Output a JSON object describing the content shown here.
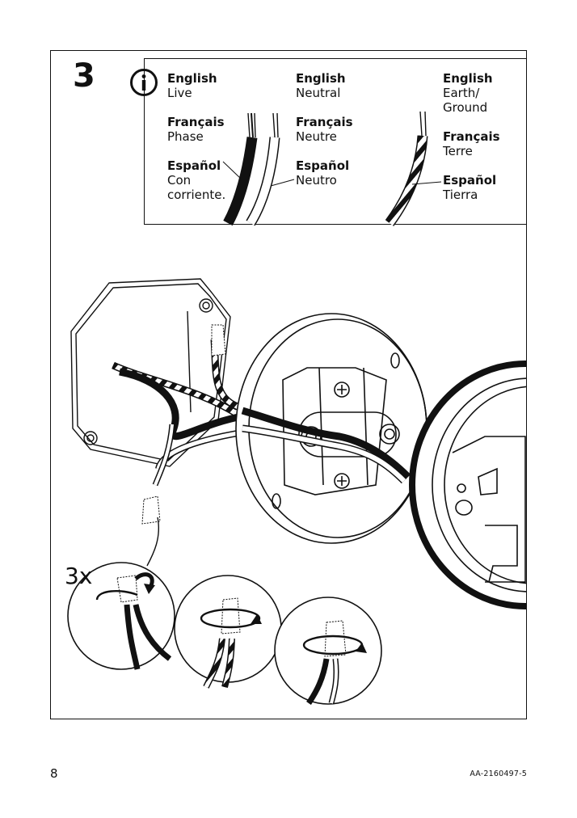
{
  "step_number": "3",
  "legend": {
    "live": {
      "en_lang": "English",
      "en_term": "Live",
      "fr_lang": "Français",
      "fr_term": "Phase",
      "es_lang": "Español",
      "es_term_1": "Con",
      "es_term_2": "corriente."
    },
    "neutral": {
      "en_lang": "English",
      "en_term": "Neutral",
      "fr_lang": "Français",
      "fr_term": "Neutre",
      "es_lang": "Español",
      "es_term": "Neutro"
    },
    "ground": {
      "en_lang": "English",
      "en_term_1": "Earth/",
      "en_term_2": "Ground",
      "fr_lang": "Français",
      "fr_term": "Terre",
      "es_lang": "Español",
      "es_term": "Tierra"
    }
  },
  "quantity_label": "3x",
  "page_number": "8",
  "document_id": "AA-2160497-5",
  "icons": [
    "info-icon",
    "wire-nut-icon",
    "rotate-arrow-icon"
  ]
}
